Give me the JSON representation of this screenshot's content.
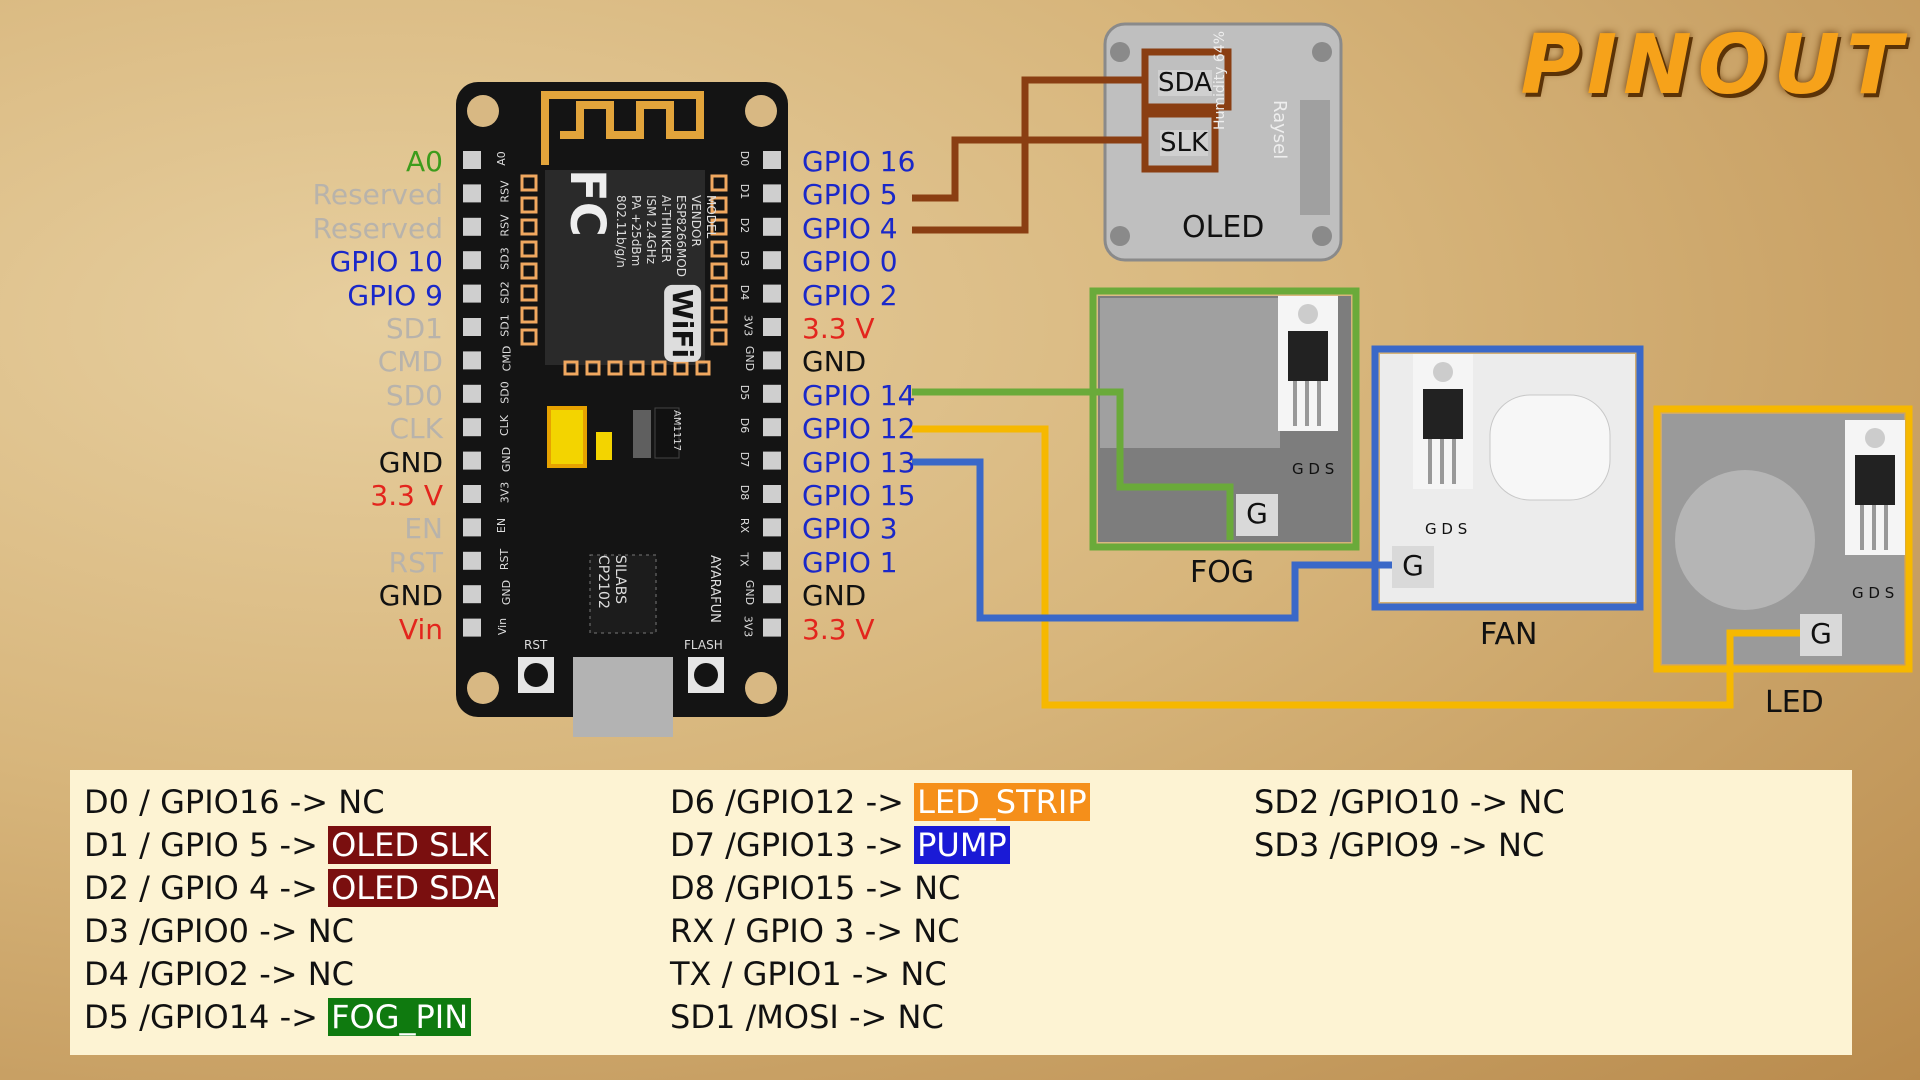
{
  "title": "PINOUT",
  "colors": {
    "green": "#6aaa3a",
    "blue": "#3a68c8",
    "yellow": "#f6b800",
    "brown": "#8a3e12",
    "left_green": "#3c9c1c",
    "label_gray": "#b8b3ab",
    "label_blue": "#1a28c9",
    "label_red": "#e3251d",
    "led_strip_bg": "#f58f1a",
    "pump_bg": "#1a1ad6",
    "oled_bg": "#7a0f0f",
    "fog_bg": "#0f7a0f"
  },
  "board": {
    "left_pins": [
      {
        "text": "A0",
        "color": "#3c9c1c"
      },
      {
        "text": "Reserved",
        "color": "#b8b3ab"
      },
      {
        "text": "Reserved",
        "color": "#b8b3ab"
      },
      {
        "text": "GPIO 10",
        "color": "#1a28c9"
      },
      {
        "text": "GPIO 9",
        "color": "#1a28c9"
      },
      {
        "text": "SD1",
        "color": "#b8b3ab"
      },
      {
        "text": "CMD",
        "color": "#b8b3ab"
      },
      {
        "text": "SD0",
        "color": "#b8b3ab"
      },
      {
        "text": "CLK",
        "color": "#b8b3ab"
      },
      {
        "text": "GND",
        "color": "#111111"
      },
      {
        "text": "3.3 V",
        "color": "#e3251d"
      },
      {
        "text": "EN",
        "color": "#b8b3ab"
      },
      {
        "text": "RST",
        "color": "#b8b3ab"
      },
      {
        "text": "GND",
        "color": "#111111"
      },
      {
        "text": "Vin",
        "color": "#e3251d"
      }
    ],
    "right_pins": [
      {
        "text": "GPIO 16",
        "color": "#1a28c9"
      },
      {
        "text": "GPIO 5",
        "color": "#1a28c9"
      },
      {
        "text": "GPIO 4",
        "color": "#1a28c9"
      },
      {
        "text": "GPIO 0",
        "color": "#1a28c9"
      },
      {
        "text": "GPIO 2",
        "color": "#1a28c9"
      },
      {
        "text": "3.3 V",
        "color": "#e3251d"
      },
      {
        "text": "GND",
        "color": "#111111"
      },
      {
        "text": "GPIO 14",
        "color": "#1a28c9"
      },
      {
        "text": "GPIO 12",
        "color": "#1a28c9"
      },
      {
        "text": "GPIO 13",
        "color": "#1a28c9"
      },
      {
        "text": "GPIO 15",
        "color": "#1a28c9"
      },
      {
        "text": "GPIO 3",
        "color": "#1a28c9"
      },
      {
        "text": "GPIO 1",
        "color": "#1a28c9"
      },
      {
        "text": "GND",
        "color": "#111111"
      },
      {
        "text": "3.3 V",
        "color": "#e3251d"
      }
    ],
    "silk_left": [
      "A0",
      "RSV",
      "RSV",
      "SD3",
      "SD2",
      "SD1",
      "CMD",
      "SD0",
      "CLK",
      "GND",
      "3V3",
      "EN",
      "RST",
      "GND",
      "Vin"
    ],
    "silk_right": [
      "D0",
      "D1",
      "D2",
      "D3",
      "D4",
      "3V3",
      "GND",
      "D5",
      "D6",
      "D7",
      "D8",
      "RX",
      "TX",
      "GND",
      "3V3"
    ],
    "module_text": [
      "MODEL",
      "VENDOR",
      "ESP8266MOD",
      "AI-THINKER",
      "ISM 2.4GHz",
      "PA +25dBm",
      "802.11b/g/n"
    ],
    "chip_text": [
      "SILABS",
      "CP2102"
    ],
    "brand_text": "AYARAFUN",
    "rst_label": "RST",
    "flash_label": "FLASH",
    "fcc": "FC",
    "wifi": "WiFi",
    "regulator": "AM1117"
  },
  "oled": {
    "label": "OLED",
    "sda": "SDA",
    "slk": "SLK",
    "side_text": "Humidity 64%",
    "brand": "Raysel"
  },
  "fog": {
    "label": "FOG",
    "g": "G",
    "gds": "G D S"
  },
  "fan": {
    "label": "FAN",
    "g": "G",
    "gds": "G D S"
  },
  "led": {
    "label": "LED",
    "g": "G",
    "gds": "G D S"
  },
  "legend": {
    "col1": [
      {
        "text": "D0 / GPIO16 -> NC"
      },
      {
        "text": "D1 / GPIO 5 -> ",
        "tag": "OLED SLK",
        "tag_bg": "#7a0f0f",
        "tag_fg": "#ffffff"
      },
      {
        "text": "D2 / GPIO 4 -> ",
        "tag": "OLED SDA",
        "tag_bg": "#7a0f0f",
        "tag_fg": "#ffffff"
      },
      {
        "text": "D3 /GPIO0 -> NC"
      },
      {
        "text": "D4 /GPIO2 -> NC"
      },
      {
        "text": "D5 /GPIO14 -> ",
        "tag": "FOG_PIN",
        "tag_bg": "#0f7a0f",
        "tag_fg": "#ffffff"
      }
    ],
    "col2": [
      {
        "text": "D6 /GPIO12 -> ",
        "tag": "LED_STRIP",
        "tag_bg": "#f58f1a",
        "tag_fg": "#ffffff"
      },
      {
        "text": "D7 /GPIO13 -> ",
        "tag": "PUMP",
        "tag_bg": "#1a1ad6",
        "tag_fg": "#ffffff"
      },
      {
        "text": "D8 /GPIO15 -> NC"
      },
      {
        "text": "RX / GPIO 3 -> NC"
      },
      {
        "text": "TX / GPIO1 -> NC"
      },
      {
        "text": "SD1 /MOSI -> NC"
      }
    ],
    "col3": [
      {
        "text": "SD2 /GPIO10 -> NC"
      },
      {
        "text": "SD3 /GPIO9 -> NC"
      }
    ]
  }
}
